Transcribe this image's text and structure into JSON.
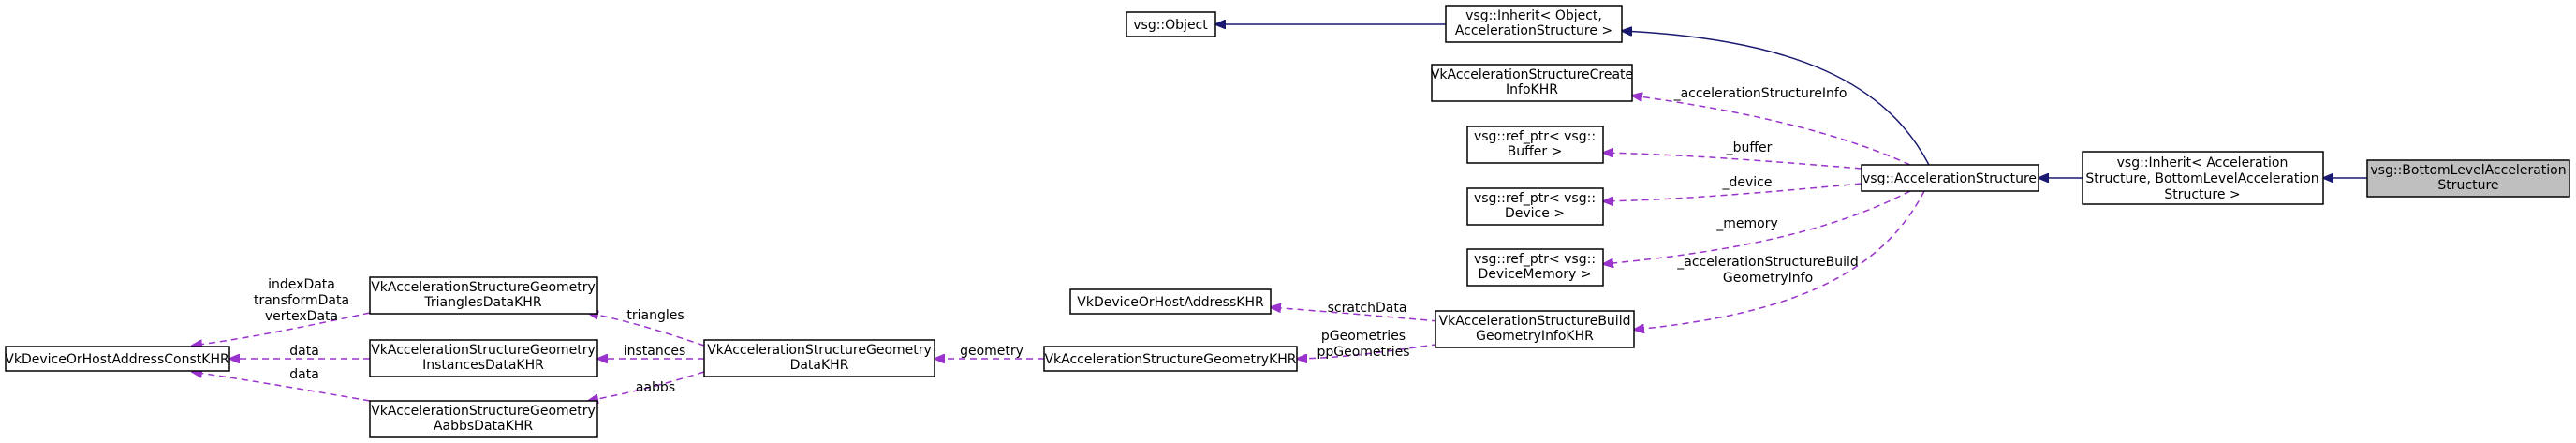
{
  "diagram": {
    "nodes": {
      "blas": [
        "vsg::BottomLevelAcceleration",
        "Structure"
      ],
      "inherit_as": [
        "vsg::Inherit< Acceleration",
        "Structure, BottomLevelAcceleration",
        "Structure >"
      ],
      "as": [
        "vsg::AccelerationStructure"
      ],
      "inherit_obj": [
        "vsg::Inherit< Object,",
        "AccelerationStructure >"
      ],
      "object": [
        "vsg::Object"
      ],
      "create_info": [
        "VkAccelerationStructureCreate",
        "InfoKHR"
      ],
      "buffer": [
        "vsg::ref_ptr< vsg::",
        "Buffer >"
      ],
      "device": [
        "vsg::ref_ptr< vsg::",
        "Device >"
      ],
      "device_memory": [
        "vsg::ref_ptr< vsg::",
        "DeviceMemory >"
      ],
      "build_geom_info": [
        "VkAccelerationStructureBuild",
        "GeometryInfoKHR"
      ],
      "device_host_addr": [
        "VkDeviceOrHostAddressKHR"
      ],
      "geometry_khr": [
        "VkAccelerationStructureGeometryKHR"
      ],
      "geometry_data": [
        "VkAccelerationStructureGeometry",
        "DataKHR"
      ],
      "triangles": [
        "VkAccelerationStructureGeometry",
        "TrianglesDataKHR"
      ],
      "instances": [
        "VkAccelerationStructureGeometry",
        "InstancesDataKHR"
      ],
      "aabbs": [
        "VkAccelerationStructureGeometry",
        "AabbsDataKHR"
      ],
      "const_addr": [
        "VkDeviceOrHostAddressConstKHR"
      ]
    },
    "edge_labels": {
      "create_info": [
        "_accelerationStructureInfo"
      ],
      "buffer": [
        "_buffer"
      ],
      "device": [
        "_device"
      ],
      "memory": [
        "_memory"
      ],
      "build_info": [
        "_accelerationStructureBuild",
        "GeometryInfo"
      ],
      "scratch": [
        "scratchData"
      ],
      "geometries": [
        "pGeometries",
        "ppGeometries"
      ],
      "geometry": [
        "geometry"
      ],
      "triangles": [
        "triangles"
      ],
      "instances": [
        "instances"
      ],
      "aabbs": [
        "aabbs"
      ],
      "tri_data": [
        "indexData",
        "transformData",
        "vertexData"
      ],
      "inst_data": [
        "data"
      ],
      "aabb_data": [
        "data"
      ]
    },
    "colors": {
      "inheritance": "#191970",
      "member": "#9a32cd",
      "highlight_fill": "#bfbfbf"
    }
  }
}
